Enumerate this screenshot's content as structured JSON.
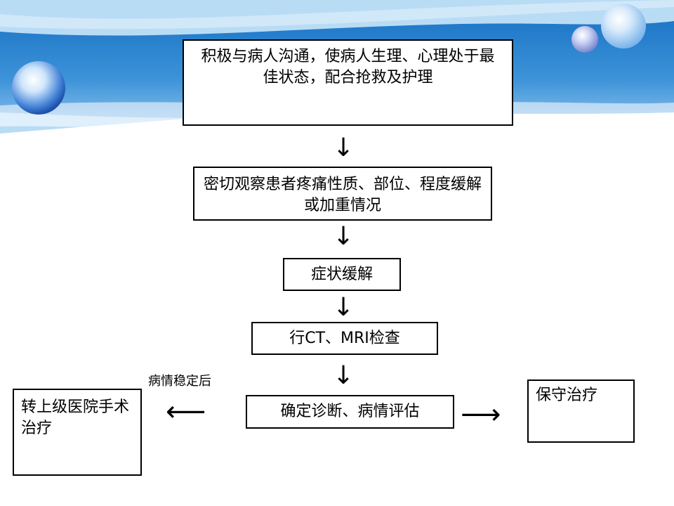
{
  "colors": {
    "band": "#3d93d8",
    "band_light": "#9ccbef",
    "border": "#000000"
  },
  "flow": {
    "step1": "积极与病人沟通，使病人生理、心理处于最佳状态，配合抢救及护理",
    "step2": "密切观察患者疼痛性质、部位、程度缓解或加重情况",
    "step3": "症状缓解",
    "step4": "行CT、MRI检查",
    "step5": "确定诊断、病情评估",
    "left_note": "病情稳定后",
    "left_box": "转上级医院手术治疗",
    "right_box": "保守治疗"
  },
  "icons": {
    "down": "down-arrow-icon",
    "left": "left-arrow-icon",
    "right": "right-arrow-icon"
  }
}
